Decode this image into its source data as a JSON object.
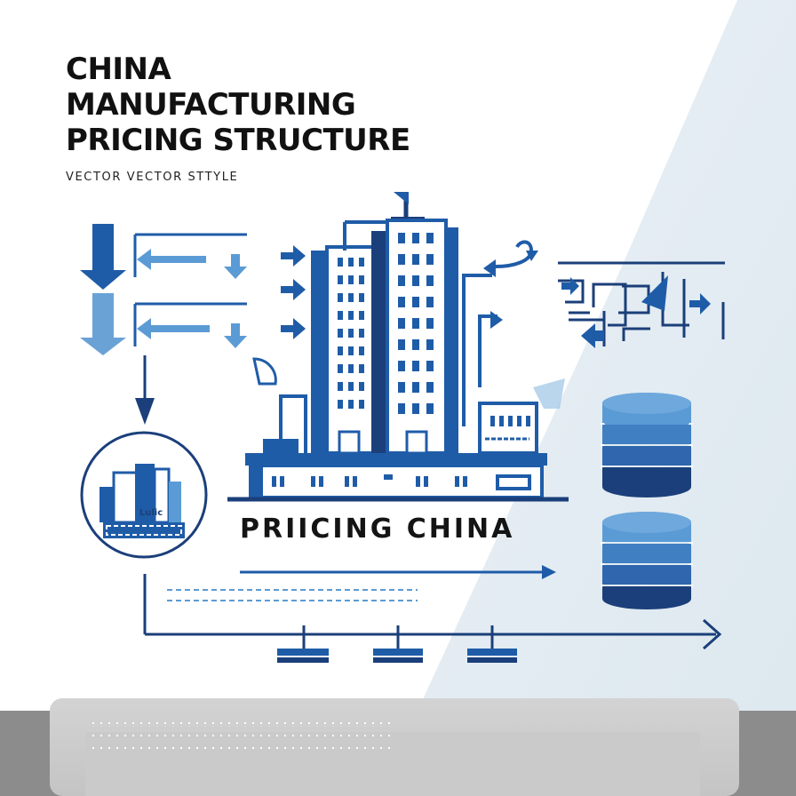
{
  "title_lines": [
    "CHINA",
    "MANUFACTURING",
    "PRICING STRUCTURE"
  ],
  "subtitle": "VECTOR  VECTOR STTYLE",
  "banner": "PRIICING CHINA",
  "emblem_label": "Lulic",
  "colors": {
    "primary": "#1f5ca8",
    "dark": "#1b3f7a",
    "light": "#5b9bd5",
    "pale": "#e6eef4",
    "floor": "#8a8a8a"
  },
  "icons": [
    "down-arrow-icon",
    "left-arrow-icon",
    "right-arrow-icon",
    "database-icon",
    "factory-building-icon"
  ]
}
